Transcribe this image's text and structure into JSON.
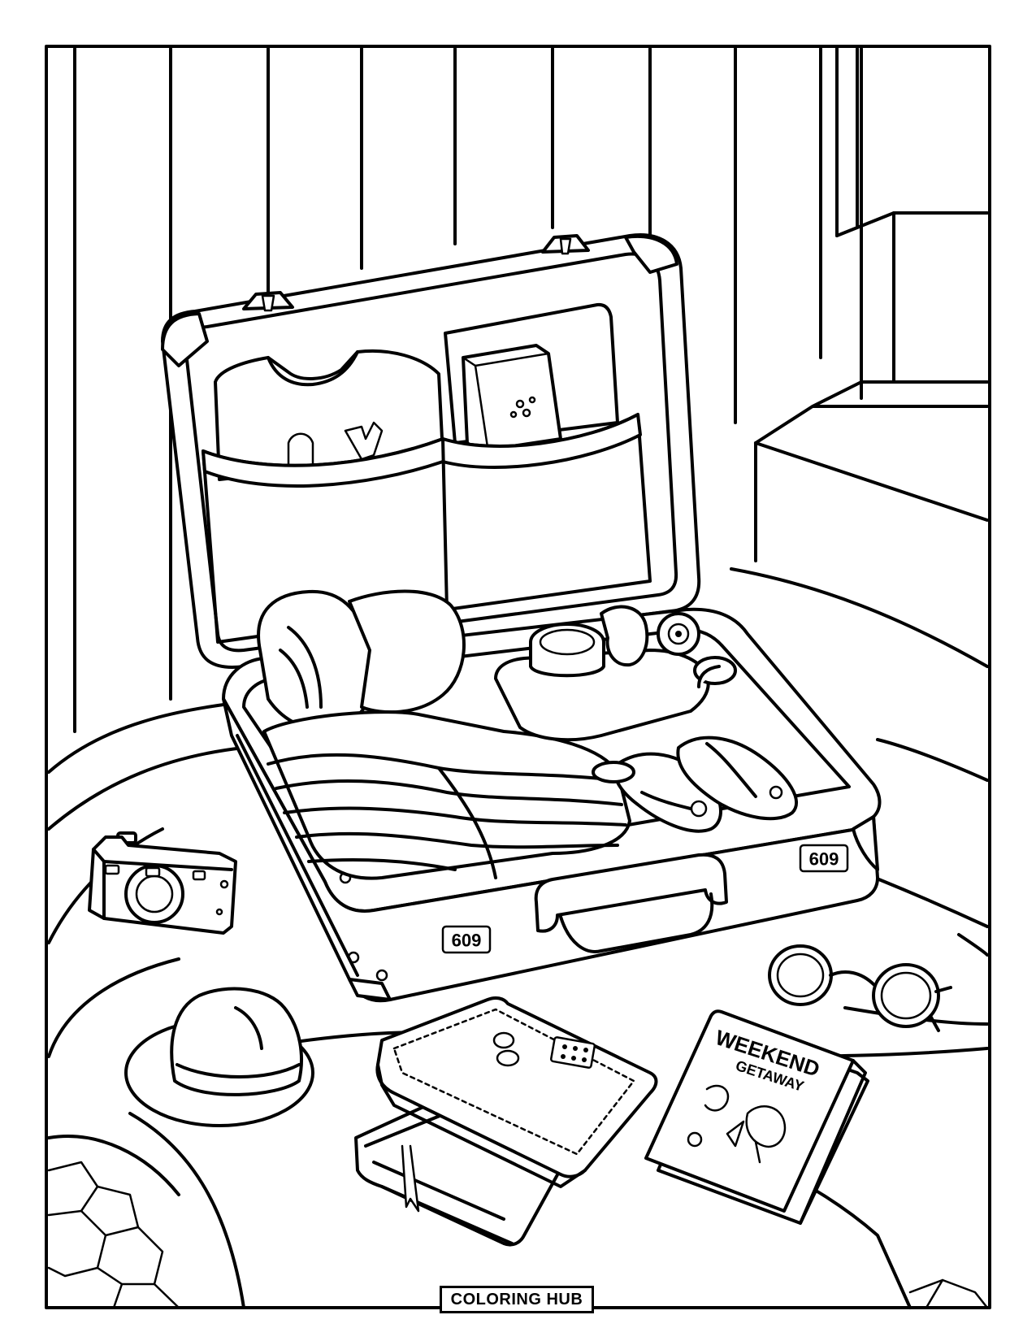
{
  "illustration": {
    "style": "black-and-white line art coloring page",
    "colors": {
      "line": "#000000",
      "background": "#ffffff"
    },
    "subjects": [
      "open suitcase",
      "folded shirt",
      "toiletry case",
      "neck pillow",
      "folded sweater",
      "slippers",
      "vintage camera",
      "sun hat",
      "round glasses",
      "notebooks",
      "magazine",
      "window",
      "wooden wall",
      "bed"
    ]
  },
  "magazine": {
    "title_line1": "WEEKEND",
    "title_line2": "GETAWAY"
  },
  "suitcase": {
    "tag_label": "609"
  },
  "footer": {
    "brand": "COLORING HUB"
  }
}
